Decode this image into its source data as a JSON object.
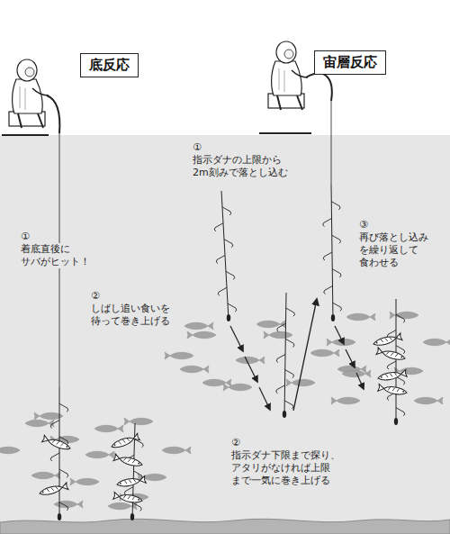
{
  "diagram": {
    "nodes": [
      {
        "text": [
          "底反応"
        ]
      },
      {
        "text": [
          "宙層反応"
        ]
      }
    ],
    "labels": [
      "①",
      "着底直後に サバがヒット！",
      "②",
      "しばし追い食いを 待って巻き上げる",
      "①",
      "指示ダナの上限から 2m刻みで落とし込む",
      "③",
      "再び落とし込み を繰り返して 食わせる",
      "②",
      "指示ダナ下限まで探り、 アタリがなければ上限 まで一気に巻き上げる"
    ]
  }
}
